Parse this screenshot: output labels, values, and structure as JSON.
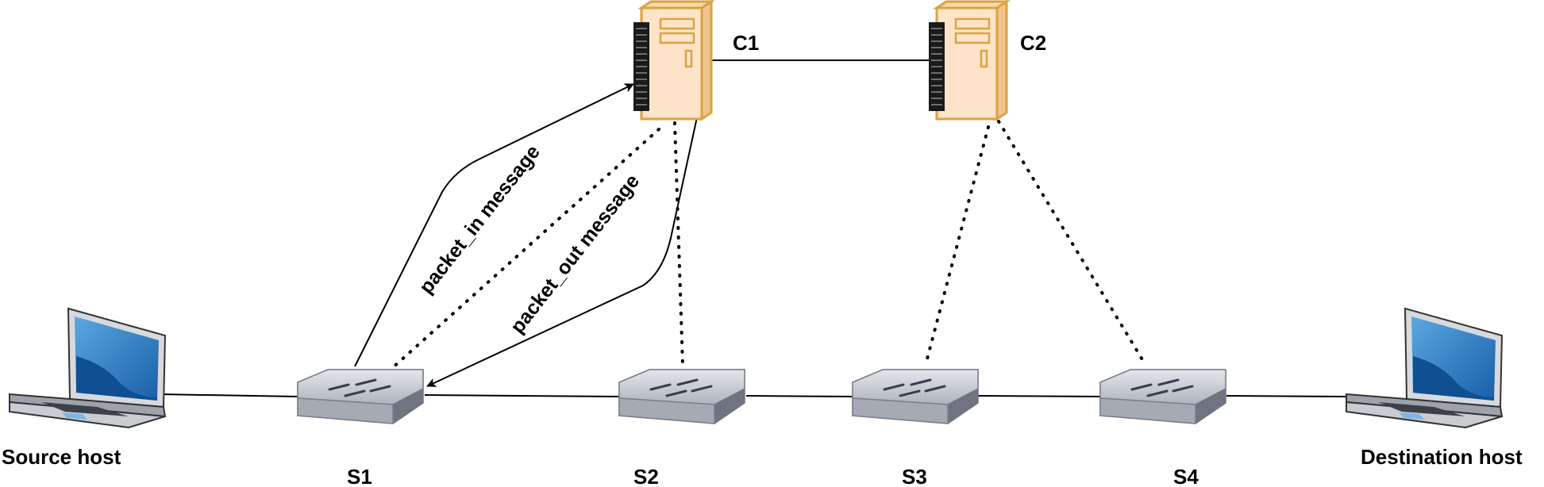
{
  "nodes": {
    "controllers": [
      {
        "id": "c1",
        "label": "C1"
      },
      {
        "id": "c2",
        "label": "C2"
      }
    ],
    "switches": [
      {
        "id": "s1",
        "label": "S1"
      },
      {
        "id": "s2",
        "label": "S2"
      },
      {
        "id": "s3",
        "label": "S3"
      },
      {
        "id": "s4",
        "label": "S4"
      }
    ],
    "hosts": [
      {
        "id": "source",
        "label": "Source host"
      },
      {
        "id": "destination",
        "label": "Destination host"
      }
    ]
  },
  "messages": {
    "packet_in": "packet_in message",
    "packet_out": "packet_out message"
  },
  "colors": {
    "controller_fill": "#FDE3C8",
    "controller_stroke": "#D9A441",
    "switch_fill": "#C3C7D0",
    "laptop_screen": "#1A73C8",
    "line": "#000000"
  }
}
